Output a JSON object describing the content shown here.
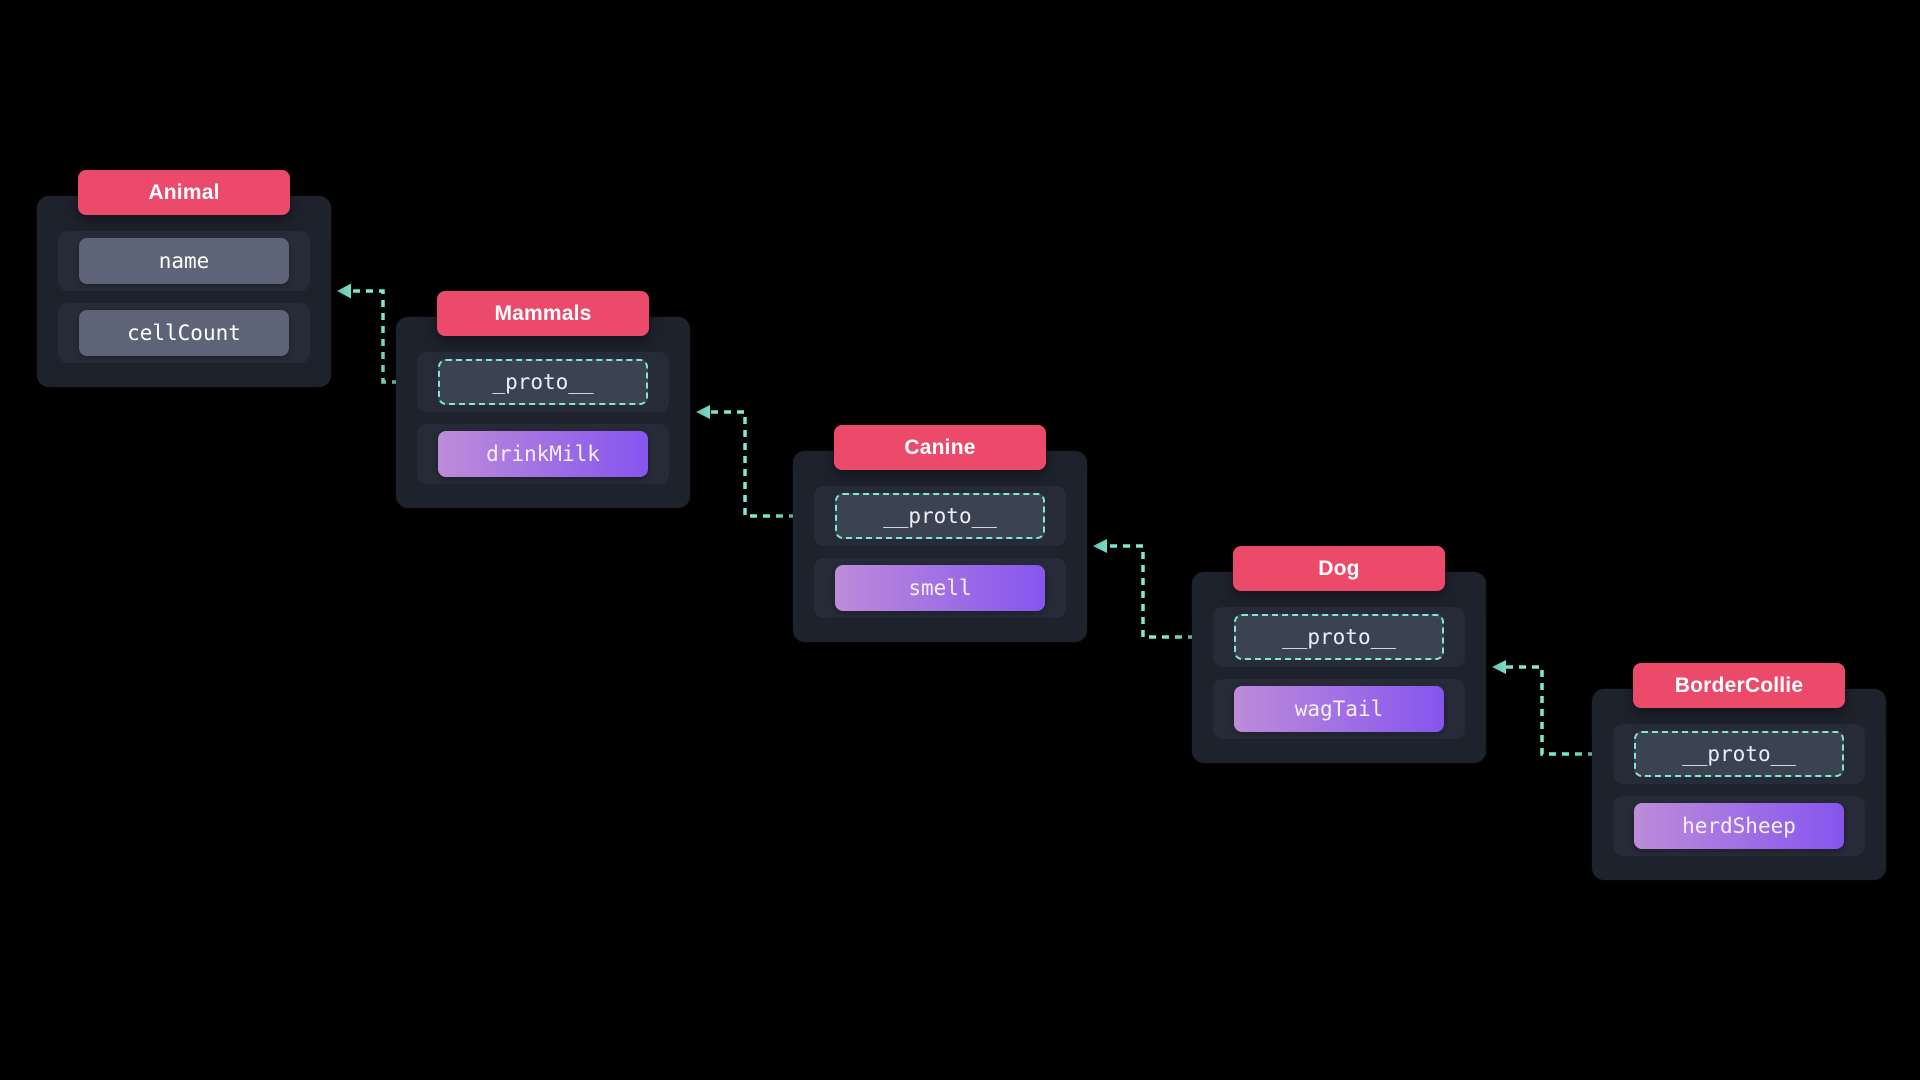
{
  "diagram": {
    "kind": "javascript-prototype-chain",
    "nodes": [
      {
        "title": "Animal",
        "rows": [
          {
            "label": "name",
            "kind": "property"
          },
          {
            "label": "cellCount",
            "kind": "property"
          }
        ]
      },
      {
        "title": "Mammals",
        "rows": [
          {
            "label": "_proto__",
            "kind": "proto"
          },
          {
            "label": "drinkMilk",
            "kind": "method"
          }
        ]
      },
      {
        "title": "Canine",
        "rows": [
          {
            "label": "__proto__",
            "kind": "proto"
          },
          {
            "label": "smell",
            "kind": "method"
          }
        ]
      },
      {
        "title": "Dog",
        "rows": [
          {
            "label": "__proto__",
            "kind": "proto"
          },
          {
            "label": "wagTail",
            "kind": "method"
          }
        ]
      },
      {
        "title": "BorderCollie",
        "rows": [
          {
            "label": "__proto__",
            "kind": "proto"
          },
          {
            "label": "herdSheep",
            "kind": "method"
          }
        ]
      }
    ],
    "edges": [
      {
        "from": "Mammals.__proto__",
        "to": "Animal"
      },
      {
        "from": "Canine.__proto__",
        "to": "Mammals"
      },
      {
        "from": "Dog.__proto__",
        "to": "Canine"
      },
      {
        "from": "BorderCollie.__proto__",
        "to": "Dog"
      }
    ],
    "colors": {
      "background": "#000000",
      "card_bg": "#1e222d",
      "wrapper_bg": "#272b38",
      "property_bg": "#5d6477",
      "proto_bg": "#3b4251",
      "header_pink": "#ec4a6b",
      "mint": "#7fe9d2",
      "method_gradient_start": "#bd8cd9",
      "method_gradient_end": "#8655ef"
    }
  }
}
